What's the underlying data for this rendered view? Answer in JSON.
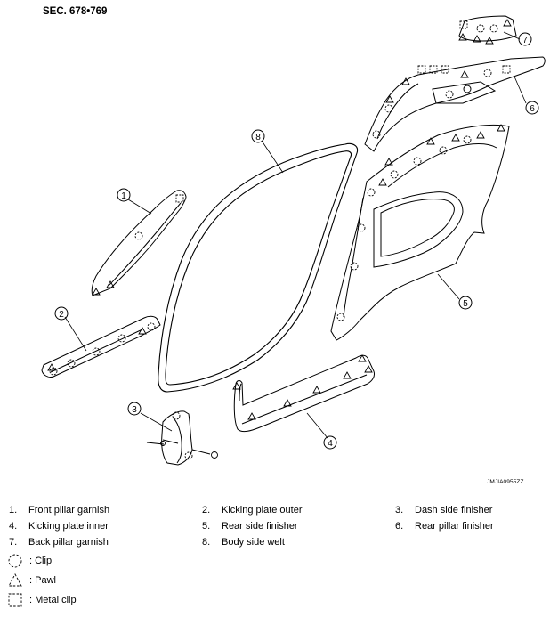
{
  "section_label": "SEC. 678•769",
  "figure_code": "JMJIA0955ZZ",
  "callouts": [
    "1",
    "2",
    "3",
    "4",
    "5",
    "6",
    "7",
    "8"
  ],
  "parts": [
    {
      "num": "1.",
      "name": "Front pillar garnish"
    },
    {
      "num": "2.",
      "name": "Kicking plate outer"
    },
    {
      "num": "3.",
      "name": "Dash side finisher"
    },
    {
      "num": "4.",
      "name": "Kicking plate inner"
    },
    {
      "num": "5.",
      "name": "Rear side finisher"
    },
    {
      "num": "6.",
      "name": "Rear pillar finisher"
    },
    {
      "num": "7.",
      "name": "Back pillar garnish"
    },
    {
      "num": "8.",
      "name": "Body side welt"
    }
  ],
  "symbols": [
    {
      "icon": "clip-symbol-icon",
      "label": ": Clip"
    },
    {
      "icon": "pawl-symbol-icon",
      "label": ": Pawl"
    },
    {
      "icon": "metal-clip-symbol-icon",
      "label": ": Metal clip"
    }
  ]
}
